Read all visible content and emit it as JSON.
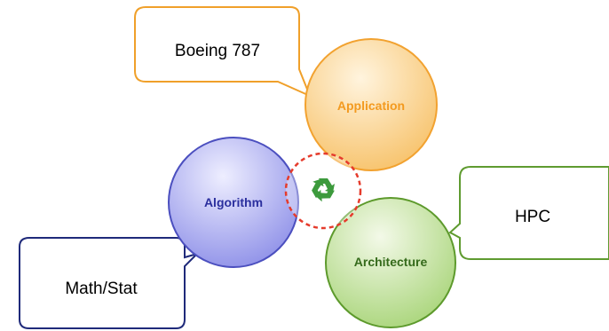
{
  "diagram": {
    "center": {
      "icon": "recycle-icon",
      "ring_color": "#e53b2c",
      "icon_color": "#3c9a3c"
    },
    "circles": [
      {
        "key": "application",
        "label": "Application",
        "label_color": "#f39a1f",
        "fill_light": "#fff4de",
        "fill_dark": "#f7c26a",
        "stroke": "#f2a230"
      },
      {
        "key": "algorithm",
        "label": "Algorithm",
        "label_color": "#2b2f9e",
        "fill_light": "#eeeeff",
        "fill_dark": "#8e90e8",
        "stroke": "#4b4fbf"
      },
      {
        "key": "architecture",
        "label": "Architecture",
        "label_color": "#356a1b",
        "fill_light": "#f3f9e8",
        "fill_dark": "#a9d57a",
        "stroke": "#5d9a2c"
      }
    ],
    "callouts": [
      {
        "key": "application",
        "text": "Boeing 787",
        "stroke": "#f0a02a"
      },
      {
        "key": "architecture",
        "text": "HPC",
        "stroke": "#5f9b30"
      },
      {
        "key": "algorithm",
        "text": "Math/Stat",
        "stroke": "#1f2a7a"
      }
    ]
  }
}
